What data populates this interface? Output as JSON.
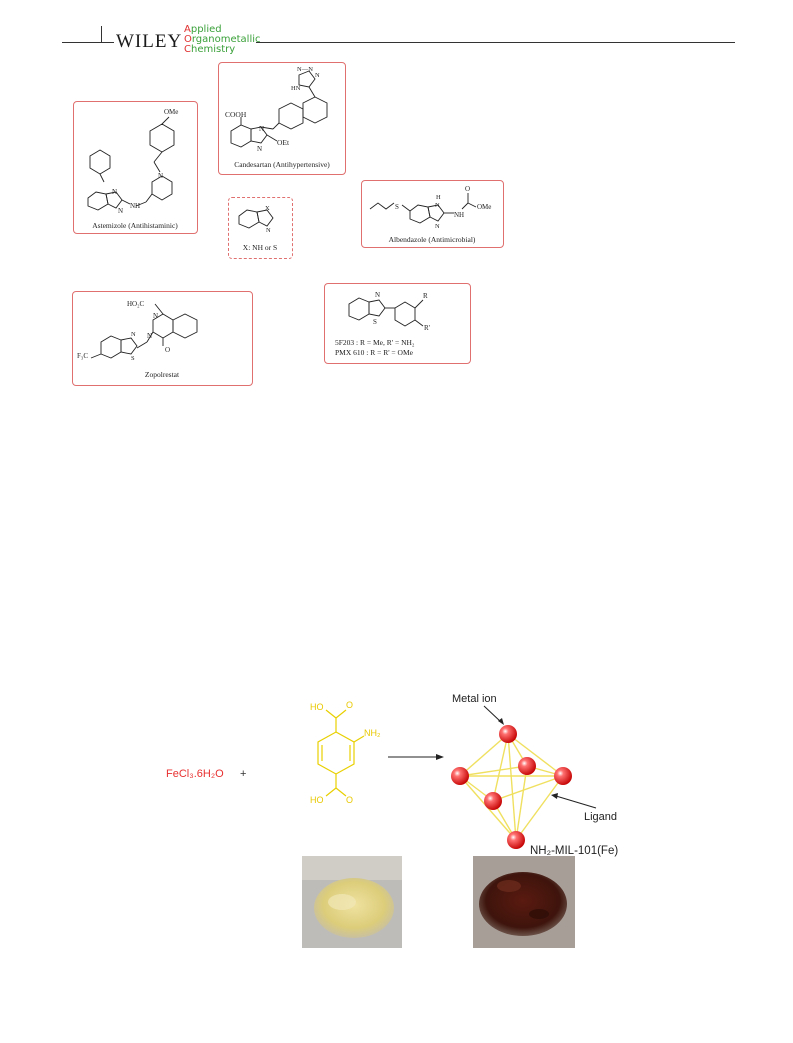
{
  "header": {
    "brand": "WILEY",
    "journal_lines": [
      {
        "cap": "A",
        "rest": "pplied"
      },
      {
        "cap": "O",
        "rest": "rganometallic"
      },
      {
        "cap": "C",
        "rest": "hemistry"
      }
    ]
  },
  "figure1": {
    "boxes": {
      "astemizole": {
        "name": "Astemizole (Antihistaminic)",
        "labels": {
          "ome": "OMe",
          "n1": "N",
          "n2": "N",
          "nh": "NH",
          "n3": "N"
        }
      },
      "candesartan": {
        "name": "Candesartan (Antihypertensive)",
        "labels": {
          "tetrazole_n": "N—N",
          "hn": "HN",
          "n_t": "N",
          "cooh": "COOH",
          "n1": "N",
          "n2": "N",
          "oet": "OEt"
        }
      },
      "core": {
        "name": "X: NH or S",
        "labels": {
          "x": "X",
          "n": "N"
        }
      },
      "albendazole": {
        "name": "Albendazole (Antimicrobial)",
        "labels": {
          "s": "S",
          "h": "H",
          "n1": "N",
          "n2": "N",
          "nh": "NH",
          "o": "O",
          "ome": "OMe"
        }
      },
      "zopolrestat": {
        "name": "Zopolrestat",
        "labels": {
          "ho2c": "HO₂C",
          "n1": "N",
          "n2": "N",
          "o": "O",
          "f3c": "F₃C",
          "n3": "N",
          "s": "S"
        }
      },
      "benzothiazole": {
        "lines": [
          "5F203 : R = Me, R' = NH₂",
          "PMX 610 : R = R' = OMe"
        ],
        "labels": {
          "n": "N",
          "s": "S",
          "r": "R",
          "r2": "R'"
        }
      }
    }
  },
  "figure2": {
    "reagent": "FeCl₃.6H₂O",
    "plus": "+",
    "linker_labels": {
      "ho_top": "HO",
      "o_top": "O",
      "nh2": "NH₂",
      "ho_bottom": "HO",
      "o_bottom": "O"
    },
    "metal_ion_label": "Metal ion",
    "ligand_label": "Ligand",
    "product_label": "NH₂-MIL-101(Fe)",
    "colors": {
      "reagent": "#e83030",
      "linker": "#e8d000",
      "sphere": "#e82020",
      "edges": "#f0e060"
    }
  }
}
